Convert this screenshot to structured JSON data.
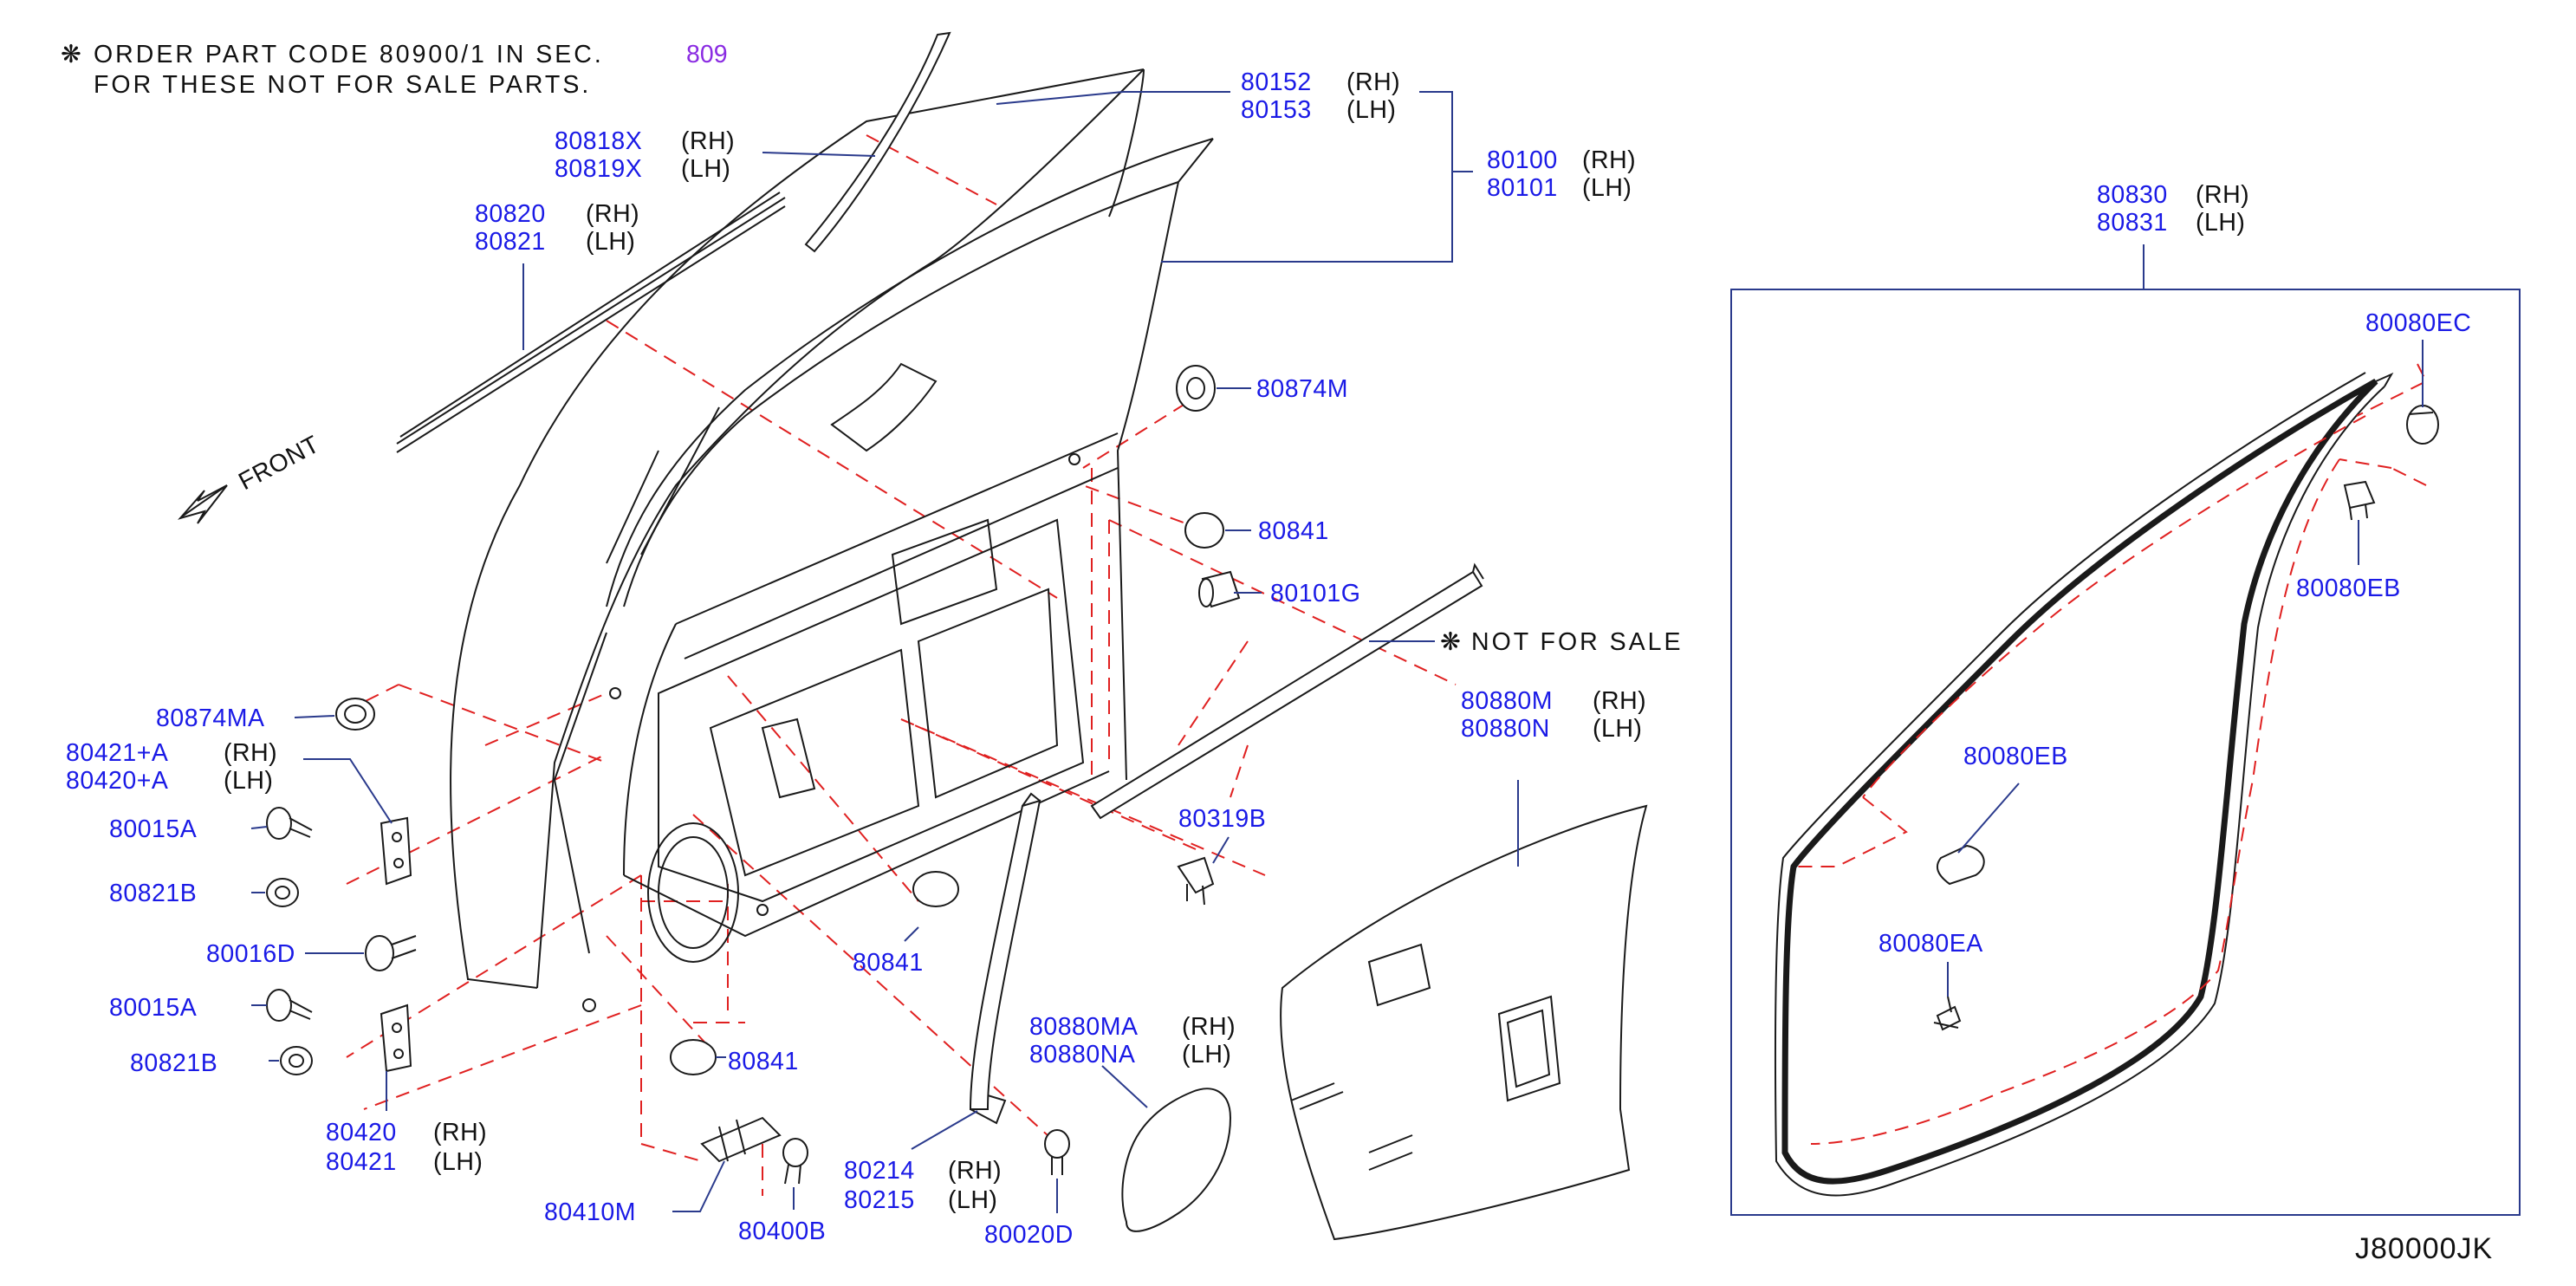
{
  "notes": {
    "order_line1": "ORDER PART CODE 80900/1 IN SEC.",
    "order_line2": "FOR THESE NOT FOR SALE PARTS.",
    "section_ref": "809",
    "not_for_sale": "NOT FOR SALE",
    "front_label": "FRONT",
    "diagram_code": "J80000JK",
    "symbol": "❋"
  },
  "callouts": {
    "c80152": "80152",
    "c80152_side": "(RH)",
    "c80153": "80153",
    "c80153_side": "(LH)",
    "c80100": "80100",
    "c80100_side": "(RH)",
    "c80101": "80101",
    "c80101_side": "(LH)",
    "c80818x": "80818X",
    "c80818x_side": "(RH)",
    "c80819x": "80819X",
    "c80819x_side": "(LH)",
    "c80820": "80820",
    "c80820_side": "(RH)",
    "c80821": "80821",
    "c80821_side": "(LH)",
    "c80874m": "80874M",
    "c80841_a": "80841",
    "c80101g": "80101G",
    "c80874ma": "80874MA",
    "c80421a": "80421+A",
    "c80421a_side": "(RH)",
    "c80420a": "80420+A",
    "c80420a_side": "(LH)",
    "c80015a_1": "80015A",
    "c80821b_1": "80821B",
    "c80016d": "80016D",
    "c80015a_2": "80015A",
    "c80821b_2": "80821B",
    "c80420": "80420",
    "c80420_side": "(RH)",
    "c80421": "80421",
    "c80421_side": "(LH)",
    "c80410m": "80410M",
    "c80400b": "80400B",
    "c80841_b": "80841",
    "c80841_c": "80841",
    "c80214": "80214",
    "c80214_side": "(RH)",
    "c80215": "80215",
    "c80215_side": "(LH)",
    "c80020d": "80020D",
    "c80319b": "80319B",
    "c80880ma": "80880MA",
    "c80880ma_side": "(RH)",
    "c80880na": "80880NA",
    "c80880na_side": "(LH)",
    "c80880m": "80880M",
    "c80880m_side": "(RH)",
    "c80880n": "80880N",
    "c80880n_side": "(LH)",
    "c80830": "80830",
    "c80830_side": "(RH)",
    "c80831": "80831",
    "c80831_side": "(LH)",
    "c80080ec": "80080EC",
    "c80080eb_1": "80080EB",
    "c80080eb_2": "80080EB",
    "c80080ea": "80080EA"
  }
}
